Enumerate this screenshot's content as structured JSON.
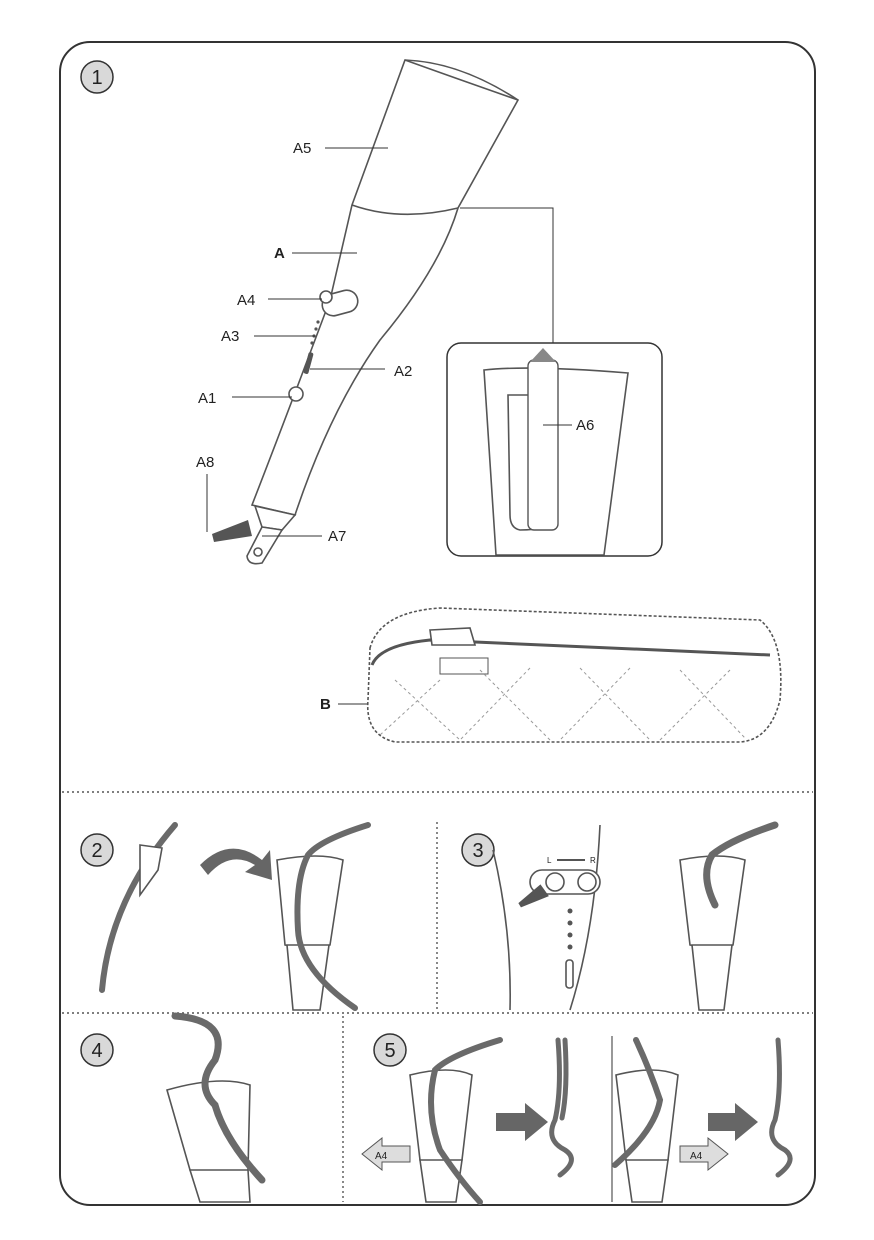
{
  "steps": {
    "s1": "1",
    "s2": "2",
    "s3": "3",
    "s4": "4",
    "s5": "5"
  },
  "labels": {
    "a5": "A5",
    "a": "A",
    "a4": "A4",
    "a3": "A3",
    "a2": "A2",
    "a1": "A1",
    "a8": "A8",
    "a7": "A7",
    "a6": "A6",
    "b": "B"
  },
  "step3": {
    "left": "L",
    "right": "R"
  },
  "step5": {
    "arrow_left": "A4",
    "arrow_right": "A4"
  },
  "colors": {
    "line": "#555555",
    "hair": "#6a6a6a",
    "badge": "#d9d9d9"
  }
}
